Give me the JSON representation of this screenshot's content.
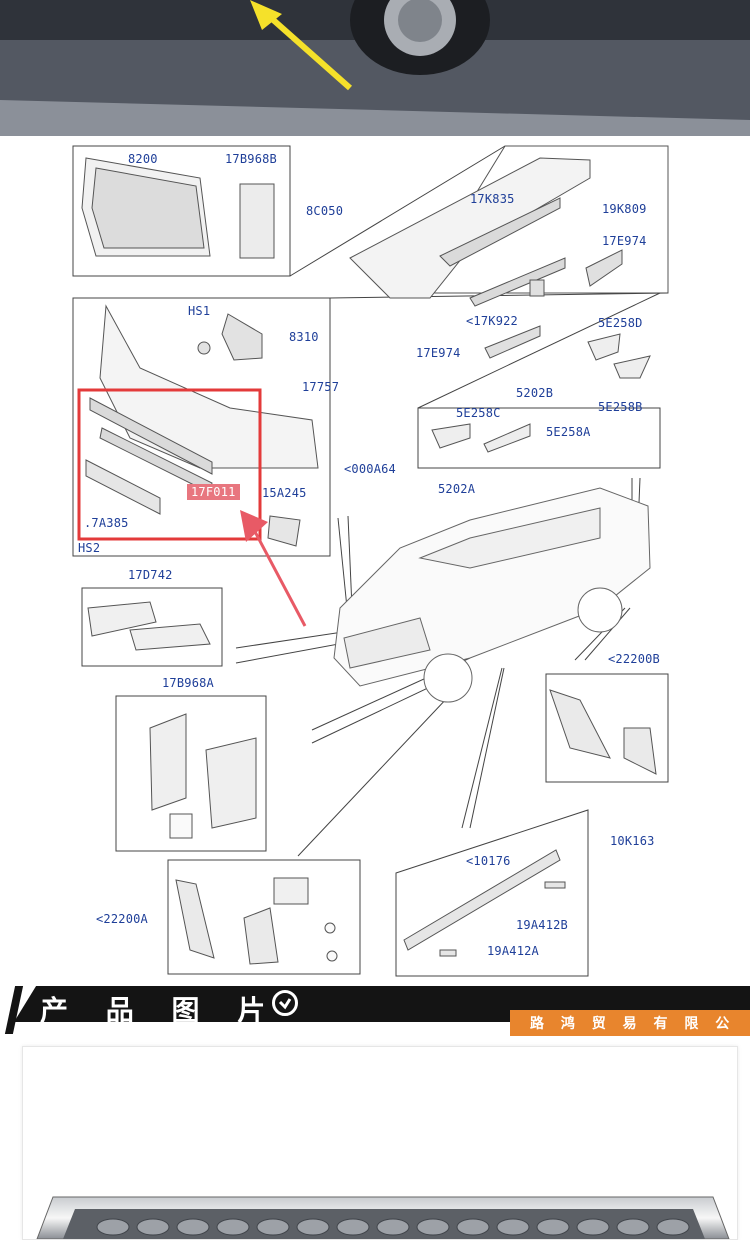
{
  "labels": {
    "l8200": "8200",
    "l17B968B": "17B968B",
    "l8C050": "8C050",
    "l17K835": "17K835",
    "l19K809": "19K809",
    "l17E974a": "17E974",
    "l17K922": "<17K922",
    "l17E974b": "17E974",
    "lHS1": "HS1",
    "l8310": "8310",
    "l17757": "17757",
    "l5E258D": "5E258D",
    "l5202B": "5202B",
    "l5E258B": "5E258B",
    "l5E258C": "5E258C",
    "l5E258A": "5E258A",
    "l000A64": "<000A64",
    "l5202A": "5202A",
    "l17F011": "17F011",
    "l15A245": "15A245",
    "l7A385": ".7A385",
    "lHS2": "HS2",
    "l17D742": "17D742",
    "l22200B": "<22200B",
    "l17B968A": "17B968A",
    "l10K163": "10K163",
    "l10176": "<10176",
    "l19A412B": "19A412B",
    "l19A412A": "19A412A",
    "l22200A": "<22200A"
  },
  "banner": {
    "title": "产 品 图 片",
    "company": "路 鸿 贸 易 有 限 公 司"
  },
  "colors": {
    "label_blue": "#1f3f99",
    "highlight_red": "#e33a3a",
    "arrow_yellow": "#f5e12a",
    "banner_black": "#141414",
    "banner_orange": "#e8852d"
  }
}
